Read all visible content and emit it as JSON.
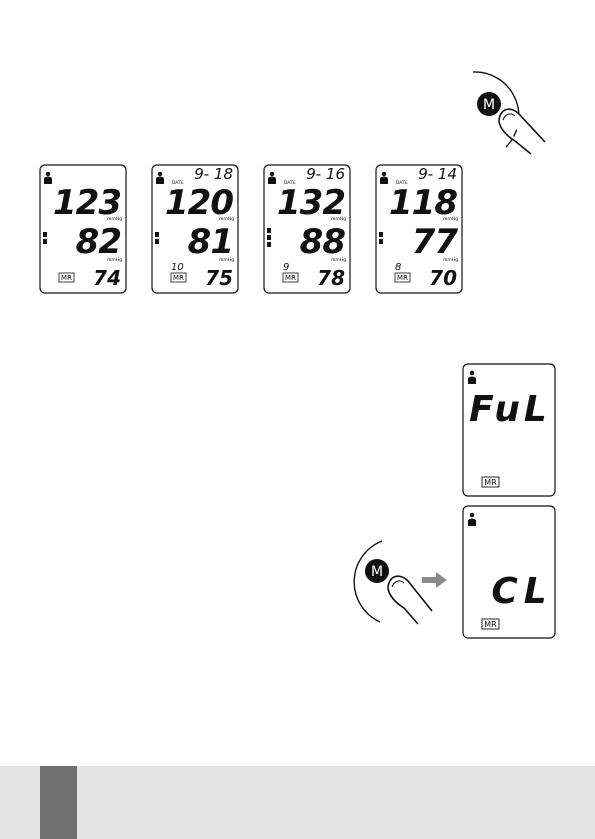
{
  "colors": {
    "ink": "#111111",
    "arrow": "#8a8a8a",
    "footer_bar": "#e3e3e3",
    "footer_tab": "#6f6f6f"
  },
  "icons": [
    "finger-press-icon",
    "user-1-icon",
    "arrow-right-icon",
    "mr-badge-icon"
  ],
  "button_label": "M",
  "memory_screens": [
    {
      "sys": "123",
      "dia": "82",
      "pulse": "74",
      "date": "",
      "show_date": false,
      "memory_no": "",
      "unit_top": "mmHg",
      "unit_bot": "mmHg",
      "mr": "MR",
      "pulse_bars": 2
    },
    {
      "sys": "120",
      "dia": "81",
      "pulse": "75",
      "date_label": "DATE",
      "date": "9- 18",
      "show_date": true,
      "memory_no": "10",
      "unit_top": "mmHg",
      "unit_bot": "mmHg",
      "mr": "MR",
      "pulse_bars": 2
    },
    {
      "sys": "132",
      "dia": "88",
      "pulse": "78",
      "date_label": "DATE",
      "date": "9- 16",
      "show_date": true,
      "memory_no": "9",
      "unit_top": "mmHg",
      "unit_bot": "mmHg",
      "mr": "MR",
      "pulse_bars": 3
    },
    {
      "sys": "118",
      "dia": "77",
      "pulse": "70",
      "date_label": "DATE",
      "date": "9- 14",
      "show_date": true,
      "memory_no": "8",
      "unit_top": "mmHg",
      "unit_bot": "mmHg",
      "mr": "MR",
      "pulse_bars": 2
    }
  ],
  "full_screen": {
    "text": "FuL",
    "mr": "MR"
  },
  "clear_screen": {
    "text": "CL",
    "mr": "MR"
  }
}
